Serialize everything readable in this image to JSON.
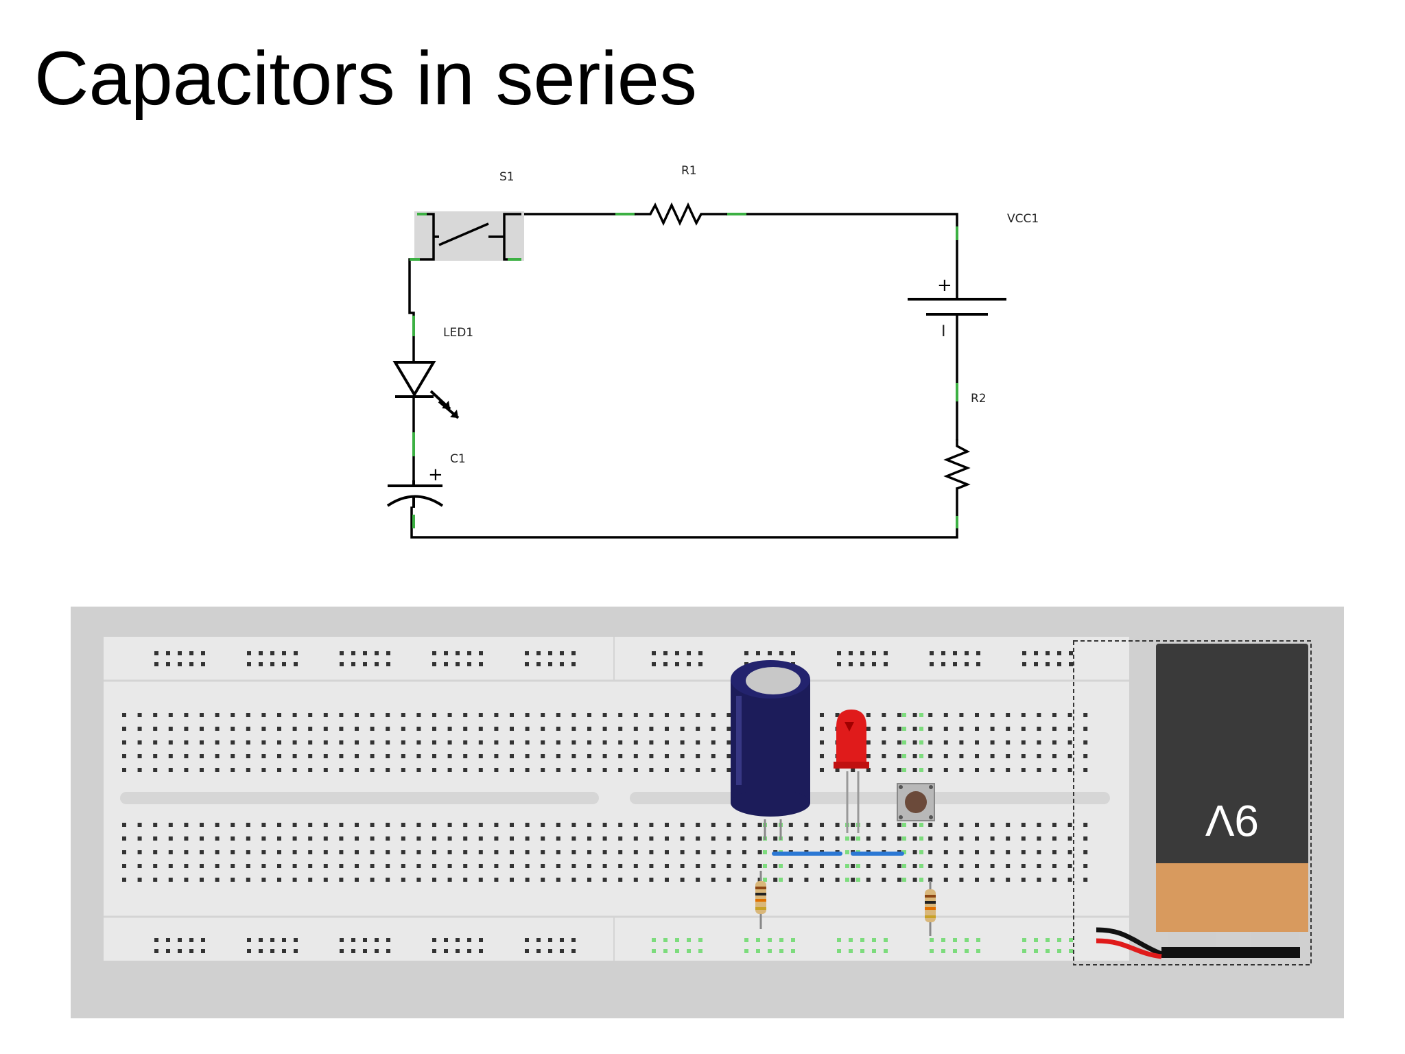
{
  "slide": {
    "title": "Capacitors in series"
  },
  "schematic": {
    "labels": {
      "s1": "S1",
      "r1": "R1",
      "vcc1": "VCC1",
      "led1": "LED1",
      "r2": "R2",
      "c1": "C1"
    },
    "battery_plus": "+",
    "battery_minus": "I",
    "cap_plus": "+"
  },
  "breadboard": {
    "battery_label": "9V"
  },
  "colors": {
    "wire": "#000000",
    "pin_highlight": "#3cb043",
    "board_bg": "#d0d0d0",
    "breadboard_body": "#e9e9e9",
    "capacitor": "#1c1c5a",
    "led": "#e01b1b",
    "jumper": "#2b78d4",
    "battery_top": "#3a3a3a",
    "battery_bottom": "#d89a5e"
  }
}
